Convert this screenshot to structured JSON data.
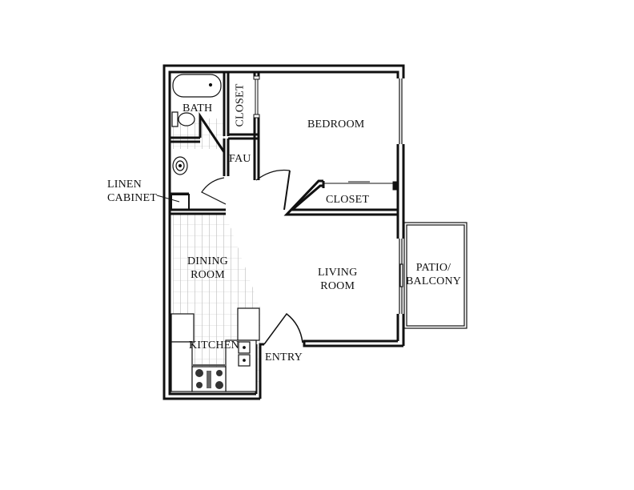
{
  "floorplan": {
    "colors": {
      "wall": "#111111",
      "fill": "#ffffff",
      "tile": "#9a9a9a",
      "fixture": "#222222"
    },
    "rooms": {
      "bath": "BATH",
      "closet_bath": "CLOSET",
      "bedroom": "BEDROOM",
      "fau": "FAU",
      "closet_bedroom": "CLOSET",
      "dining": [
        "DINING",
        "ROOM"
      ],
      "living": [
        "LIVING",
        "ROOM"
      ],
      "patio": [
        "PATIO/",
        "BALCONY"
      ],
      "kitchen": "KITCHEN",
      "entry": "ENTRY"
    },
    "callouts": {
      "linen_cabinet": [
        "LINEN",
        "CABINET"
      ]
    }
  }
}
